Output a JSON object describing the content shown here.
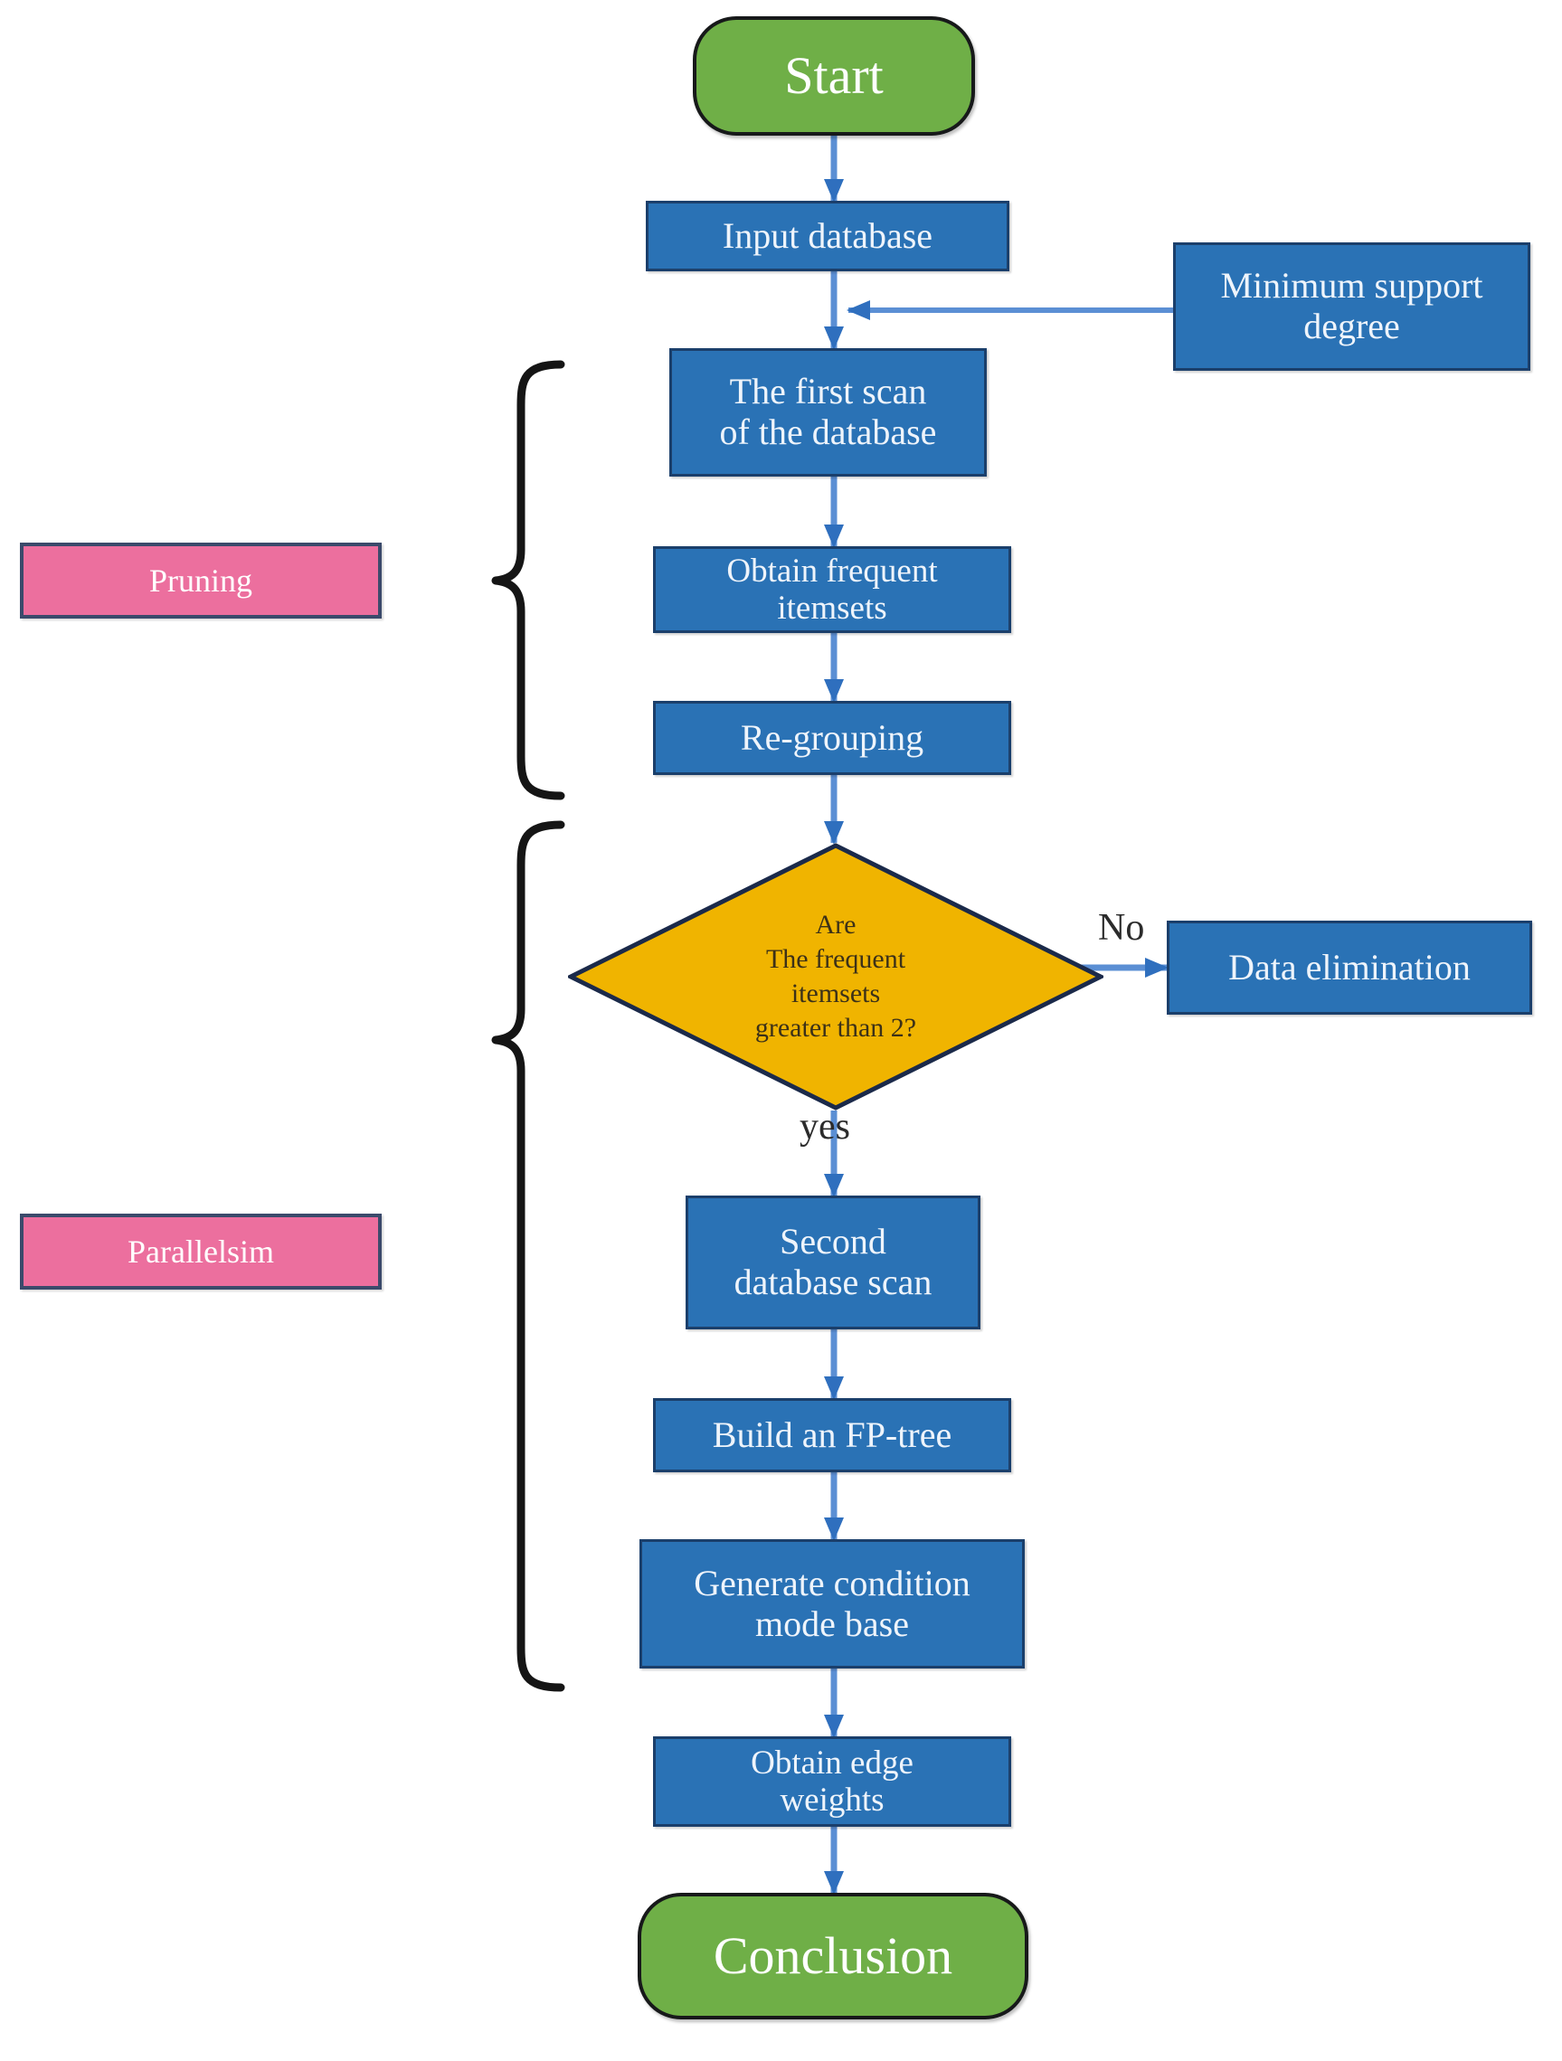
{
  "diagram": {
    "title_present": false,
    "colors": {
      "process_fill": "#2a72b5",
      "process_border": "#1b3f6b",
      "terminator_fill": "#6faf47",
      "terminator_border": "#17191a",
      "decision_fill": "#f0b400",
      "decision_border": "#1b2a4a",
      "group_fill": "#ec6f9e",
      "group_border": "#3b4a6b",
      "arrow": "#4a7ec4",
      "brace": "#151515",
      "background": "#ffffff"
    },
    "nodes": [
      {
        "id": "start",
        "label": "Start",
        "type": "terminator"
      },
      {
        "id": "input_db",
        "label": "Input database",
        "type": "process"
      },
      {
        "id": "min_support",
        "label": "Minimum support\ndegree",
        "type": "process"
      },
      {
        "id": "first_scan",
        "label": "The first scan\nof the database",
        "type": "process"
      },
      {
        "id": "obtain_frequent",
        "label": "Obtain frequent\nitemsets",
        "type": "process"
      },
      {
        "id": "regrouping",
        "label": "Re-grouping",
        "type": "process"
      },
      {
        "id": "decision",
        "label": "Are\nThe frequent\nitemsets\ngreater than 2?",
        "type": "decision"
      },
      {
        "id": "data_elim",
        "label": "Data elimination",
        "type": "process"
      },
      {
        "id": "second_scan",
        "label": "Second\ndatabase scan",
        "type": "process"
      },
      {
        "id": "build_fptree",
        "label": "Build an FP-tree",
        "type": "process"
      },
      {
        "id": "gen_cond_mode",
        "label": "Generate condition\nmode base",
        "type": "process"
      },
      {
        "id": "edge_weights",
        "label": "Obtain edge\nweights",
        "type": "process"
      },
      {
        "id": "conclusion",
        "label": "Conclusion",
        "type": "terminator"
      }
    ],
    "group_labels": [
      {
        "id": "pruning",
        "label": "Pruning"
      },
      {
        "id": "parallelsim",
        "label": "Parallelsim"
      }
    ],
    "edge_labels": [
      {
        "id": "no",
        "label": "No"
      },
      {
        "id": "yes",
        "label": "yes"
      }
    ]
  }
}
